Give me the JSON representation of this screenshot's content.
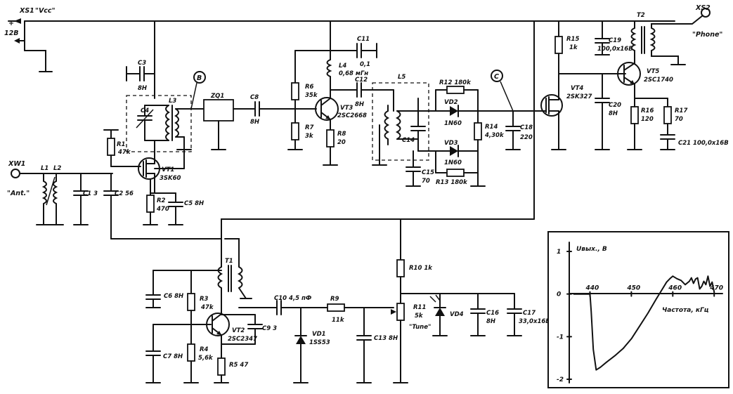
{
  "connectors": {
    "xs1": {
      "ref": "XS1",
      "name": "\"Vcc\"",
      "voltage": "12В"
    },
    "xs2": {
      "ref": "XS2",
      "name": "\"Phone\""
    },
    "xw1": {
      "ref": "XW1",
      "name": "\"Ant.\""
    }
  },
  "test_points": [
    "B",
    "C"
  ],
  "components": {
    "L1": "L1",
    "L2": "L2",
    "L3": "L3",
    "L4": "L4",
    "L4v": "0,68 мГн",
    "L5": "L5",
    "C1": "C1 3",
    "C2": "C2 56",
    "C3": "C3",
    "C3v": "8Н",
    "C4": "C4",
    "C5": "C5 8Н",
    "C6": "C6 8Н",
    "C7": "C7 8Н",
    "C8": "C8",
    "C8v": "8Н",
    "C9": "C9 3",
    "C10": "C10 4,5 пФ",
    "C11": "C11",
    "C11v": "0,1",
    "C12": "C12",
    "C12v": "8Н",
    "C13": "C13 8Н",
    "C14": "C14",
    "C15": "C15",
    "C15v": "70",
    "C16": "C16",
    "C16v": "8Н",
    "C17": "C17",
    "C17v": "33,0x16В",
    "C18": "C18",
    "C18v": "220",
    "C19": "C19",
    "C19v": "100,0x16В",
    "C20": "C20",
    "C20v": "8Н",
    "C21": "C21 100,0x16В",
    "R1": "R1",
    "R1v": "47k",
    "R2": "R2",
    "R2v": "470",
    "R3": "R3",
    "R3v": "47k",
    "R4": "R4",
    "R4v": "5,6k",
    "R5": "R5 47",
    "R6": "R6",
    "R6v": "35k",
    "R7": "R7",
    "R7v": "3k",
    "R8": "R8",
    "R8v": "20",
    "R9": "R9",
    "R9v": "11k",
    "R10": "R10 1k",
    "R11": "R11",
    "R11v": "5k",
    "R11n": "\"Tune\"",
    "R12": "R12 180k",
    "R13": "R13 180k",
    "R14": "R14",
    "R14v": "4,30k",
    "R15": "R15",
    "R15v": "1k",
    "R16": "R16",
    "R16v": "120",
    "R17": "R17",
    "R17v": "70",
    "VT1": "VT1",
    "VT1t": "3SK60",
    "VT2": "VT2",
    "VT2t": "2SC2347",
    "VT3": "VT3",
    "VT3t": "2SC2668",
    "VT4": "VT4",
    "VT4t": "2SK327",
    "VT5": "VT5",
    "VT5t": "2SC1740",
    "VD1": "VD1",
    "VD1t": "1SS53",
    "VD2": "VD2",
    "VD2t": "1N60",
    "VD3": "VD3",
    "VD3t": "1N60",
    "VD4": "VD4",
    "ZQ1": "ZQ1",
    "T1": "T1",
    "T2": "T2"
  },
  "chart_data": {
    "type": "line",
    "title": "",
    "xlabel": "Частота, кГц",
    "ylabel": "Uвых., В",
    "x_ticks": [
      "440",
      "450",
      "460",
      "470"
    ],
    "y_ticks": [
      "1",
      "0",
      "-1",
      "-2"
    ],
    "xlim": [
      435,
      472
    ],
    "ylim": [
      -2,
      1
    ],
    "grid": false,
    "series": [
      {
        "x": [
          436,
          440,
          440.3,
          440.8,
          441.5,
          442.5,
          444,
          446,
          448,
          450,
          452,
          454,
          456,
          457.5,
          458.5,
          459.3,
          460,
          461,
          462,
          463,
          464,
          464.5,
          465,
          465.5,
          466,
          466.5,
          467,
          467.5,
          468,
          468.5,
          469,
          469.5,
          470
        ],
        "y": [
          0,
          0,
          -0.4,
          -1.3,
          -1.78,
          -1.72,
          -1.6,
          -1.45,
          -1.28,
          -1.05,
          -0.75,
          -0.45,
          -0.12,
          0.12,
          0.28,
          0.36,
          0.42,
          0.36,
          0.32,
          0.22,
          0.3,
          0.38,
          0.25,
          0.35,
          0.38,
          0.12,
          0.18,
          0.3,
          0.22,
          0.42,
          0.18,
          0.28,
          0.05
        ]
      }
    ]
  }
}
